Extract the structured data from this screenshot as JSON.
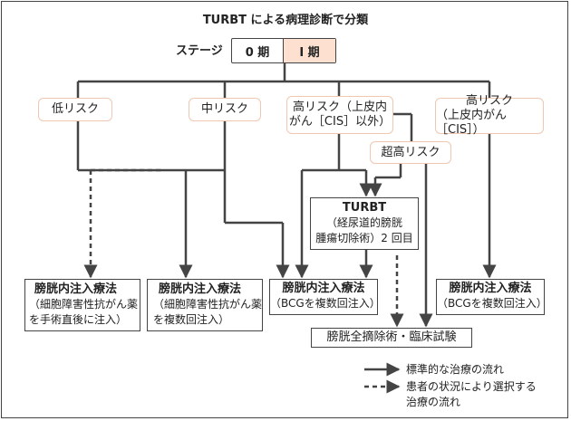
{
  "title": "TURBT による病理診断で分類",
  "stage": {
    "label": "ステージ",
    "options": [
      "0 期",
      "Ⅰ 期"
    ],
    "highlight_color": "#fde0cf"
  },
  "risks": {
    "low": "低リスク",
    "mid": "中リスク",
    "high1": {
      "line1": "高リスク（上皮内",
      "line2": "がん［CIS］以外）"
    },
    "high2": {
      "line1": "高リスク",
      "line2": "（上皮内がん［CIS］）"
    },
    "very_high": "超高リスク"
  },
  "turbt2": {
    "head": "TURBT",
    "line1": "（経尿道的膀胱",
    "line2": "腫瘍切除術）2 回目"
  },
  "treatments": {
    "t1": {
      "head": "膀胱内注入療法",
      "line1": "（細胞障害性抗がん薬",
      "line2": "を手術直後に注入）"
    },
    "t2": {
      "head": "膀胱内注入療法",
      "line1": "（細胞障害性抗がん薬",
      "line2": "を複数回注入）"
    },
    "t3": {
      "head": "膀胱内注入療法",
      "line1": "（BCGを複数回注入）"
    },
    "t4": {
      "head": "膀胱内注入療法",
      "line1": "（BCGを複数回注入）"
    },
    "cystectomy": "膀胱全摘除術・臨床試験"
  },
  "legend": {
    "solid": "標準的な治療の流れ",
    "dashed_line1": "患者の状況により選択する",
    "dashed_line2": "治療の流れ"
  },
  "colors": {
    "line": "#444444",
    "risk_border": "#f0c7b0"
  }
}
